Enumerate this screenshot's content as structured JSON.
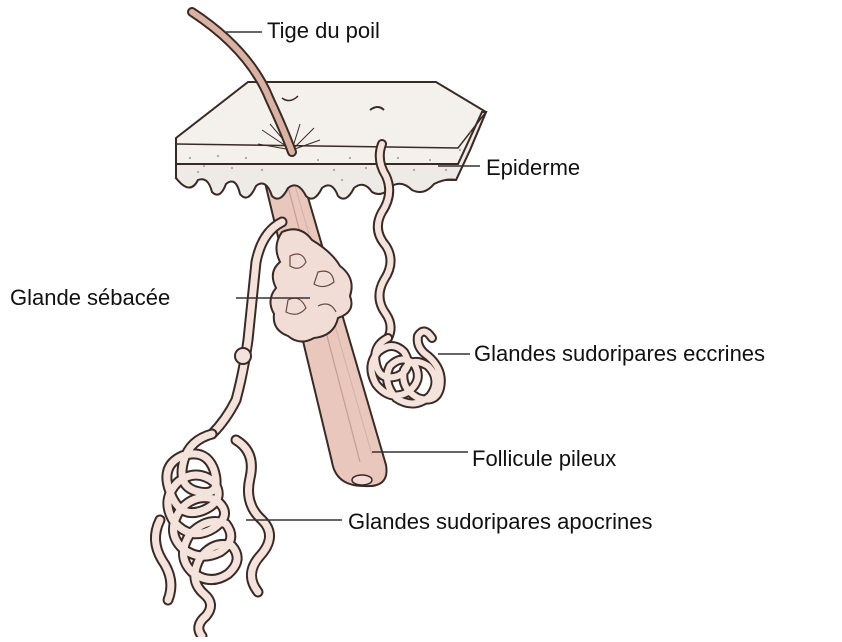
{
  "labels": {
    "hair_shaft": "Tige du poil",
    "epidermis": "Epiderme",
    "sebaceous_gland": "Glande sébacée",
    "eccrine_glands": "Glandes sudoripares eccrines",
    "hair_follicle": "Follicule pileux",
    "apocrine_glands": "Glandes sudoripares apocrines"
  },
  "colors": {
    "skin_top": "#f4f1ec",
    "skin_side": "#eeeae6",
    "follicle": "#e9c7bd",
    "gland": "#f1ddd6",
    "duct": "#f4e2dc",
    "outline": "#3a2a26",
    "leader": "#333333"
  }
}
